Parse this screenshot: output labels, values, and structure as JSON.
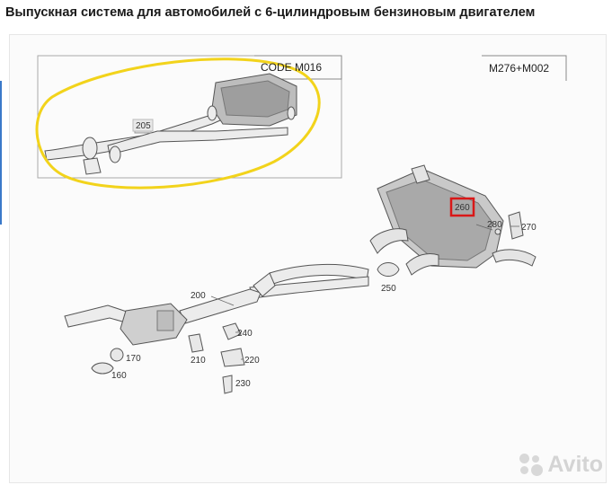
{
  "title": "Выпускная система для автомобилей с 6-цилиндровым бензиновым двигателем",
  "inset_code": "CODE  M016",
  "engine_code": "M276+M002",
  "parts": {
    "p205": "205",
    "p200": "200",
    "p260": "260",
    "p280": "280",
    "p270": "270",
    "p250": "250",
    "p240": "240",
    "p220": "220",
    "p230": "230",
    "p210": "210",
    "p170": "170",
    "p160": "160"
  },
  "highlight_colors": {
    "ellipse": "#f2d31b",
    "box": "#d91818"
  },
  "watermark_logo": "Avito"
}
